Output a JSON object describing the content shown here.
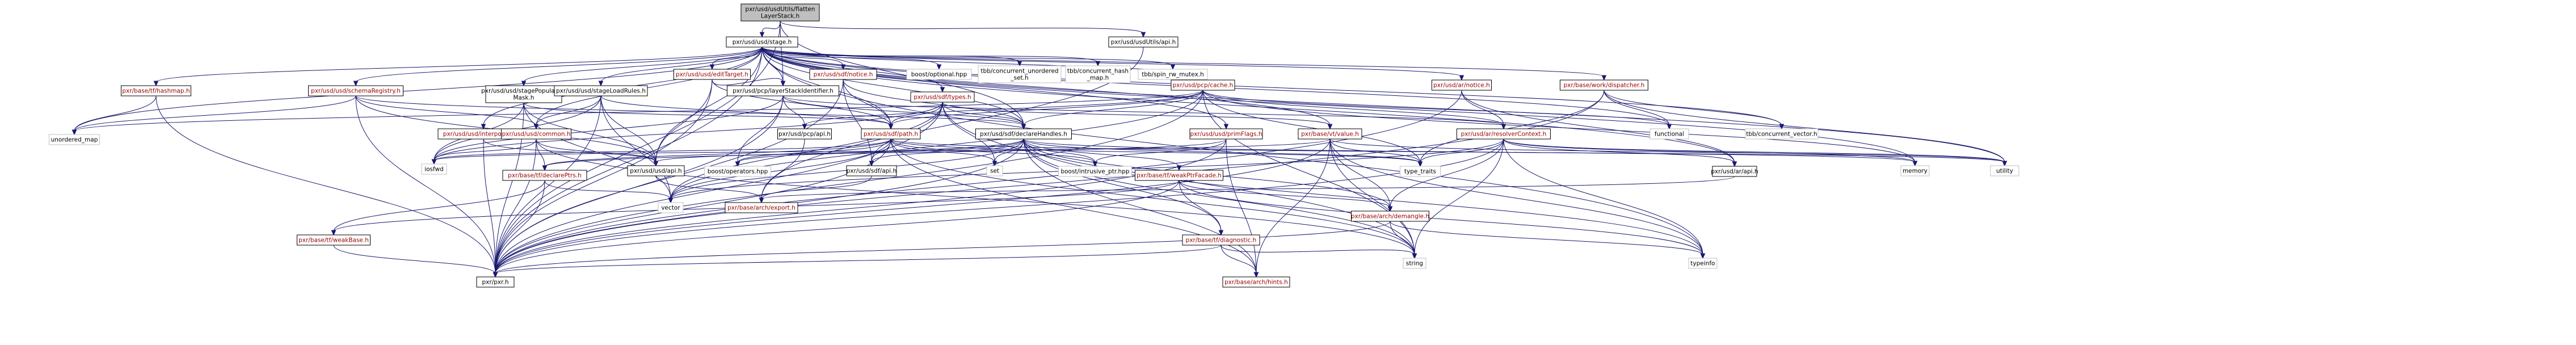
{
  "colors": {
    "edge": "#191970",
    "border": "#000000",
    "border_grey": "#bfbfbf",
    "text_red": "#9a0000",
    "text_black": "#000000",
    "root_fill": "#bfbfbf",
    "fill": "#ffffff"
  },
  "nodes": [
    {
      "id": "root",
      "lines": [
        "pxr/usd/usdUtils/flatten",
        "LayerStack.h"
      ],
      "style": "root"
    },
    {
      "id": "stage",
      "lines": [
        "pxr/usd/usd/stage.h"
      ],
      "style": "black"
    },
    {
      "id": "usdUtilsApi",
      "lines": [
        "pxr/usd/usdUtils/api.h"
      ],
      "style": "black"
    },
    {
      "id": "tfHashmap",
      "lines": [
        "pxr/base/tf/hashmap.h"
      ],
      "style": "red"
    },
    {
      "id": "schemaRegistry",
      "lines": [
        "pxr/usd/usd/schemaRegistry.h"
      ],
      "style": "red"
    },
    {
      "id": "stagePopMask",
      "lines": [
        "pxr/usd/usd/stagePopulation",
        "Mask.h"
      ],
      "style": "black"
    },
    {
      "id": "stageLoadRules",
      "lines": [
        "pxr/usd/usd/stageLoadRules.h"
      ],
      "style": "black"
    },
    {
      "id": "editTarget",
      "lines": [
        "pxr/usd/usd/editTarget.h"
      ],
      "style": "red"
    },
    {
      "id": "pcpLayerStackId",
      "lines": [
        "pxr/usd/pcp/layerStackIdentifier.h"
      ],
      "style": "black"
    },
    {
      "id": "interpolation",
      "lines": [
        "pxr/usd/usd/interpolation.h"
      ],
      "style": "red"
    },
    {
      "id": "usdCommon",
      "lines": [
        "pxr/usd/usd/common.h"
      ],
      "style": "red"
    },
    {
      "id": "sdfNotice",
      "lines": [
        "pxr/usd/sdf/notice.h"
      ],
      "style": "red"
    },
    {
      "id": "boostOptional",
      "lines": [
        "boost/optional.hpp"
      ],
      "style": "grey"
    },
    {
      "id": "tbbUnorderedSet",
      "lines": [
        "tbb/concurrent_unordered",
        "_set.h"
      ],
      "style": "grey"
    },
    {
      "id": "tbbHashMap",
      "lines": [
        "tbb/concurrent_hash",
        "_map.h"
      ],
      "style": "grey"
    },
    {
      "id": "tbbSpinRw",
      "lines": [
        "tbb/spin_rw_mutex.h"
      ],
      "style": "grey"
    },
    {
      "id": "sdfTypes",
      "lines": [
        "pxr/usd/sdf/types.h"
      ],
      "style": "red"
    },
    {
      "id": "pcpCache",
      "lines": [
        "pxr/usd/pcp/cache.h"
      ],
      "style": "red"
    },
    {
      "id": "primFlags",
      "lines": [
        "pxr/usd/usd/primFlags.h"
      ],
      "style": "red"
    },
    {
      "id": "vtValue",
      "lines": [
        "pxr/base/vt/value.h"
      ],
      "style": "red"
    },
    {
      "id": "arNotice",
      "lines": [
        "pxr/usd/ar/notice.h"
      ],
      "style": "red"
    },
    {
      "id": "workDispatcher",
      "lines": [
        "pxr/base/work/dispatcher.h"
      ],
      "style": "red"
    },
    {
      "id": "pcpApi",
      "lines": [
        "pxr/usd/pcp/api.h"
      ],
      "style": "black"
    },
    {
      "id": "sdfPath",
      "lines": [
        "pxr/usd/sdf/path.h"
      ],
      "style": "red"
    },
    {
      "id": "sdfDeclareHandles",
      "lines": [
        "pxr/usd/sdf/declareHandles.h"
      ],
      "style": "black"
    },
    {
      "id": "arResolverContext",
      "lines": [
        "pxr/usd/ar/resolverContext.h"
      ],
      "style": "red"
    },
    {
      "id": "functional",
      "lines": [
        "functional"
      ],
      "style": "grey"
    },
    {
      "id": "tbbVector",
      "lines": [
        "tbb/concurrent_vector.h"
      ],
      "style": "grey"
    },
    {
      "id": "unorderedMap",
      "lines": [
        "unordered_map"
      ],
      "style": "grey"
    },
    {
      "id": "iosfwd",
      "lines": [
        "iosfwd"
      ],
      "style": "grey"
    },
    {
      "id": "tfDeclarePtrs",
      "lines": [
        "pxr/base/tf/declarePtrs.h"
      ],
      "style": "red"
    },
    {
      "id": "usdApi",
      "lines": [
        "pxr/usd/usd/api.h"
      ],
      "style": "black"
    },
    {
      "id": "boostOperators",
      "lines": [
        "boost/operators.hpp"
      ],
      "style": "grey"
    },
    {
      "id": "sdfApi",
      "lines": [
        "pxr/usd/sdf/api.h"
      ],
      "style": "black"
    },
    {
      "id": "set",
      "lines": [
        "set"
      ],
      "style": "grey"
    },
    {
      "id": "boostIntrusive",
      "lines": [
        "boost/intrusive_ptr.hpp"
      ],
      "style": "grey"
    },
    {
      "id": "tfWeakPtrFacade",
      "lines": [
        "pxr/base/tf/weakPtrFacade.h"
      ],
      "style": "red"
    },
    {
      "id": "typeTraits",
      "lines": [
        "type_traits"
      ],
      "style": "grey"
    },
    {
      "id": "arApi",
      "lines": [
        "pxr/usd/ar/api.h"
      ],
      "style": "black"
    },
    {
      "id": "memory",
      "lines": [
        "memory"
      ],
      "style": "grey"
    },
    {
      "id": "utility",
      "lines": [
        "utility"
      ],
      "style": "grey"
    },
    {
      "id": "vector",
      "lines": [
        "vector"
      ],
      "style": "grey"
    },
    {
      "id": "archExport",
      "lines": [
        "pxr/base/arch/export.h"
      ],
      "style": "red"
    },
    {
      "id": "archDemangle",
      "lines": [
        "pxr/base/arch/demangle.h"
      ],
      "style": "red"
    },
    {
      "id": "tfWeakBase",
      "lines": [
        "pxr/base/tf/weakBase.h"
      ],
      "style": "red"
    },
    {
      "id": "tfDiagnostic",
      "lines": [
        "pxr/base/tf/diagnostic.h"
      ],
      "style": "red"
    },
    {
      "id": "string",
      "lines": [
        "string"
      ],
      "style": "grey"
    },
    {
      "id": "typeinfo",
      "lines": [
        "typeinfo"
      ],
      "style": "grey"
    },
    {
      "id": "pxrH",
      "lines": [
        "pxr/pxr.h"
      ],
      "style": "black"
    },
    {
      "id": "archHints",
      "lines": [
        "pxr/base/arch/hints.h"
      ],
      "style": "red"
    }
  ],
  "edges": [
    [
      "root",
      "stage"
    ],
    [
      "root",
      "usdUtilsApi"
    ],
    [
      "root",
      "pxrH"
    ],
    [
      "root",
      "pcpLayerStackId"
    ],
    [
      "root",
      "sdfDeclareHandles"
    ],
    [
      "usdUtilsApi",
      "archExport"
    ],
    [
      "stage",
      "tfHashmap"
    ],
    [
      "stage",
      "schemaRegistry"
    ],
    [
      "stage",
      "stagePopMask"
    ],
    [
      "stage",
      "stageLoadRules"
    ],
    [
      "stage",
      "editTarget"
    ],
    [
      "stage",
      "interpolation"
    ],
    [
      "stage",
      "usdCommon"
    ],
    [
      "stage",
      "sdfNotice"
    ],
    [
      "stage",
      "boostOptional"
    ],
    [
      "stage",
      "tbbUnorderedSet"
    ],
    [
      "stage",
      "tbbHashMap"
    ],
    [
      "stage",
      "tbbSpinRw"
    ],
    [
      "stage",
      "sdfTypes"
    ],
    [
      "stage",
      "pcpCache"
    ],
    [
      "stage",
      "primFlags"
    ],
    [
      "stage",
      "vtValue"
    ],
    [
      "stage",
      "arNotice"
    ],
    [
      "stage",
      "workDispatcher"
    ],
    [
      "stage",
      "sdfPath"
    ],
    [
      "stage",
      "sdfDeclareHandles"
    ],
    [
      "stage",
      "functional"
    ],
    [
      "stage",
      "tbbVector"
    ],
    [
      "stage",
      "unorderedMap"
    ],
    [
      "stage",
      "usdApi"
    ],
    [
      "stage",
      "pxrH"
    ],
    [
      "stage",
      "memory"
    ],
    [
      "stage",
      "utility"
    ],
    [
      "stage",
      "typeinfo"
    ],
    [
      "stage",
      "arApi"
    ],
    [
      "stage",
      "pcpLayerStackId"
    ],
    [
      "tfHashmap",
      "unorderedMap"
    ],
    [
      "tfHashmap",
      "pxrH"
    ],
    [
      "schemaRegistry",
      "unorderedMap"
    ],
    [
      "schemaRegistry",
      "usdApi"
    ],
    [
      "schemaRegistry",
      "usdCommon"
    ],
    [
      "schemaRegistry",
      "pxrH"
    ],
    [
      "schemaRegistry",
      "sdfDeclareHandles"
    ],
    [
      "stagePopMask",
      "usdApi"
    ],
    [
      "stagePopMask",
      "sdfPath"
    ],
    [
      "stagePopMask",
      "iosfwd"
    ],
    [
      "stagePopMask",
      "vector"
    ],
    [
      "stagePopMask",
      "pxrH"
    ],
    [
      "stageLoadRules",
      "usdApi"
    ],
    [
      "stageLoadRules",
      "sdfPath"
    ],
    [
      "stageLoadRules",
      "iosfwd"
    ],
    [
      "stageLoadRules",
      "vector"
    ],
    [
      "stageLoadRules",
      "pxrH"
    ],
    [
      "stageLoadRules",
      "usdCommon"
    ],
    [
      "editTarget",
      "usdApi"
    ],
    [
      "editTarget",
      "sdfPath"
    ],
    [
      "editTarget",
      "pxrH"
    ],
    [
      "editTarget",
      "pcpLayerStackId"
    ],
    [
      "pcpLayerStackId",
      "pcpApi"
    ],
    [
      "pcpLayerStackId",
      "sdfDeclareHandles"
    ],
    [
      "pcpLayerStackId",
      "arResolverContext"
    ],
    [
      "pcpLayerStackId",
      "boostOperators"
    ],
    [
      "pcpLayerStackId",
      "iosfwd"
    ],
    [
      "pcpLayerStackId",
      "pxrH"
    ],
    [
      "interpolation",
      "usdApi"
    ],
    [
      "interpolation",
      "pxrH"
    ],
    [
      "usdCommon",
      "usdApi"
    ],
    [
      "usdCommon",
      "tfDeclarePtrs"
    ],
    [
      "usdCommon",
      "pxrH"
    ],
    [
      "usdCommon",
      "string"
    ],
    [
      "usdCommon",
      "iosfwd"
    ],
    [
      "sdfNotice",
      "sdfPath"
    ],
    [
      "sdfNotice",
      "sdfDeclareHandles"
    ],
    [
      "sdfNotice",
      "sdfApi"
    ],
    [
      "sdfNotice",
      "pxrH"
    ],
    [
      "sdfTypes",
      "sdfPath"
    ],
    [
      "sdfTypes",
      "sdfDeclareHandles"
    ],
    [
      "sdfTypes",
      "sdfApi"
    ],
    [
      "sdfTypes",
      "vtValue"
    ],
    [
      "sdfTypes",
      "iosfwd"
    ],
    [
      "sdfTypes",
      "pxrH"
    ],
    [
      "sdfTypes",
      "vector"
    ],
    [
      "sdfTypes",
      "string"
    ],
    [
      "sdfTypes",
      "set"
    ],
    [
      "pcpCache",
      "pcpApi"
    ],
    [
      "pcpCache",
      "sdfDeclareHandles"
    ],
    [
      "pcpCache",
      "sdfPath"
    ],
    [
      "pcpCache",
      "arResolverContext"
    ],
    [
      "pcpCache",
      "pxrH"
    ],
    [
      "pcpCache",
      "memory"
    ],
    [
      "pcpCache",
      "string"
    ],
    [
      "pcpCache",
      "vector"
    ],
    [
      "pcpCache",
      "typeTraits"
    ],
    [
      "pcpCache",
      "functional"
    ],
    [
      "pcpCache",
      "unorderedMap"
    ],
    [
      "primFlags",
      "usdApi"
    ],
    [
      "primFlags",
      "boostIntrusive"
    ],
    [
      "primFlags",
      "pxrH"
    ],
    [
      "primFlags",
      "archHints"
    ],
    [
      "vtValue",
      "pxrH"
    ],
    [
      "vtValue",
      "archDemangle"
    ],
    [
      "vtValue",
      "archHints"
    ],
    [
      "vtValue",
      "iosfwd"
    ],
    [
      "vtValue",
      "typeinfo"
    ],
    [
      "vtValue",
      "typeTraits"
    ],
    [
      "vtValue",
      "string"
    ],
    [
      "vtValue",
      "utility"
    ],
    [
      "arNotice",
      "arApi"
    ],
    [
      "arNotice",
      "arResolverContext"
    ],
    [
      "arNotice",
      "pxrH"
    ],
    [
      "workDispatcher",
      "pxrH"
    ],
    [
      "workDispatcher",
      "tbbVector"
    ],
    [
      "workDispatcher",
      "functional"
    ],
    [
      "workDispatcher",
      "typeTraits"
    ],
    [
      "workDispatcher",
      "utility"
    ],
    [
      "pcpApi",
      "archExport"
    ],
    [
      "sdfPath",
      "sdfApi"
    ],
    [
      "sdfPath",
      "boostOperators"
    ],
    [
      "sdfPath",
      "boostIntrusive"
    ],
    [
      "sdfPath",
      "iosfwd"
    ],
    [
      "sdfPath",
      "set"
    ],
    [
      "sdfPath",
      "string"
    ],
    [
      "sdfPath",
      "typeTraits"
    ],
    [
      "sdfPath",
      "vector"
    ],
    [
      "sdfPath",
      "pxrH"
    ],
    [
      "sdfPath",
      "utility"
    ],
    [
      "sdfPath",
      "archHints"
    ],
    [
      "sdfPath",
      "tfDeclarePtrs"
    ],
    [
      "sdfDeclareHandles",
      "sdfApi"
    ],
    [
      "sdfDeclareHandles",
      "tfDeclarePtrs"
    ],
    [
      "sdfDeclareHandles",
      "tfWeakPtrFacade"
    ],
    [
      "sdfDeclareHandles",
      "boostIntrusive"
    ],
    [
      "sdfDeclareHandles",
      "boostOperators"
    ],
    [
      "sdfDeclareHandles",
      "set"
    ],
    [
      "sdfDeclareHandles",
      "typeinfo"
    ],
    [
      "sdfDeclareHandles",
      "typeTraits"
    ],
    [
      "sdfDeclareHandles",
      "vector"
    ],
    [
      "sdfDeclareHandles",
      "pxrH"
    ],
    [
      "sdfDeclareHandles",
      "archDemangle"
    ],
    [
      "sdfDeclareHandles",
      "archHints"
    ],
    [
      "sdfDeclareHandles",
      "tfDiagnostic"
    ],
    [
      "sdfDeclareHandles",
      "memory"
    ],
    [
      "sdfDeclareHandles",
      "string"
    ],
    [
      "arResolverContext",
      "arApi"
    ],
    [
      "arResolverContext",
      "pxrH"
    ],
    [
      "arResolverContext",
      "archDemangle"
    ],
    [
      "arResolverContext",
      "memory"
    ],
    [
      "arResolverContext",
      "string"
    ],
    [
      "arResolverContext",
      "typeinfo"
    ],
    [
      "arResolverContext",
      "typeTraits"
    ],
    [
      "arResolverContext",
      "vector"
    ],
    [
      "arResolverContext",
      "utility"
    ],
    [
      "tfDeclarePtrs",
      "tfWeakBase"
    ],
    [
      "tfDeclarePtrs",
      "pxrH"
    ],
    [
      "tfDeclarePtrs",
      "vector"
    ],
    [
      "usdApi",
      "archExport"
    ],
    [
      "sdfApi",
      "archExport"
    ],
    [
      "arApi",
      "archExport"
    ],
    [
      "tfWeakPtrFacade",
      "pxrH"
    ],
    [
      "tfWeakPtrFacade",
      "tfDiagnostic"
    ],
    [
      "tfWeakPtrFacade",
      "tfWeakBase"
    ],
    [
      "tfWeakPtrFacade",
      "archDemangle"
    ],
    [
      "tfWeakPtrFacade",
      "typeinfo"
    ],
    [
      "archDemangle",
      "string"
    ],
    [
      "archDemangle",
      "typeinfo"
    ],
    [
      "archDemangle",
      "pxrH"
    ],
    [
      "tfWeakBase",
      "pxrH"
    ],
    [
      "tfDiagnostic",
      "pxrH"
    ],
    [
      "tfDiagnostic",
      "archHints"
    ],
    [
      "tfDiagnostic",
      "string"
    ]
  ]
}
